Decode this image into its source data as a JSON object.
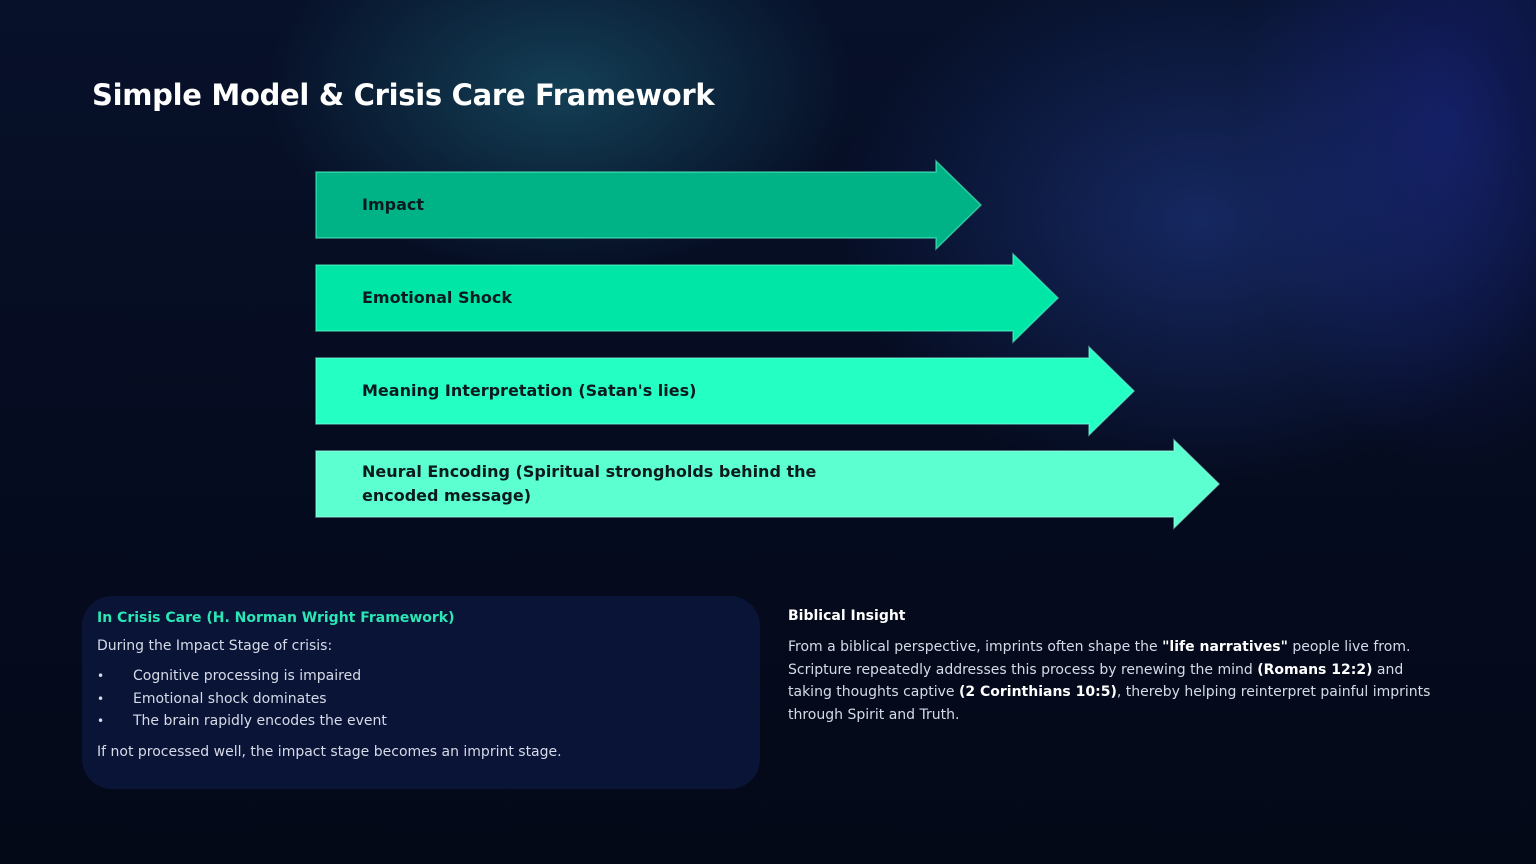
{
  "slide": {
    "title": "Simple Model & Crisis Care Framework"
  },
  "arrows": [
    {
      "label": "Impact",
      "color": "#00b386"
    },
    {
      "label": "Emotional Shock",
      "color": "#00e6a6"
    },
    {
      "label": "Meaning Interpretation (Satan's lies)",
      "color": "#24ffc3"
    },
    {
      "label": "Neural Encoding (Spiritual strongholds behind the encoded message)",
      "color": "#5bffd0"
    }
  ],
  "crisis_care": {
    "heading": "In Crisis Care (H. Norman Wright Framework)",
    "intro": "During the Impact Stage of crisis:",
    "bullet_symbol": "•",
    "bullets": [
      "Cognitive processing is impaired",
      "Emotional shock dominates",
      "The brain rapidly encodes the event"
    ],
    "outro": "If not processed well, the impact stage becomes an imprint stage."
  },
  "biblical_insight": {
    "heading": "Biblical Insight",
    "p1": "From a biblical perspective, imprints often shape the ",
    "b1": "\"life narratives\"",
    "p2": " people live from. Scripture repeatedly addresses this process by renewing the mind ",
    "b2": "(Romans 12:2)",
    "p3": " and taking thoughts captive ",
    "b3": "(2 Corinthians 10:5)",
    "p4": ", thereby helping reinterpret painful imprints through Spirit and Truth."
  },
  "colors": {
    "accent": "#2be6b5",
    "panel_bg": "#0a1437"
  }
}
